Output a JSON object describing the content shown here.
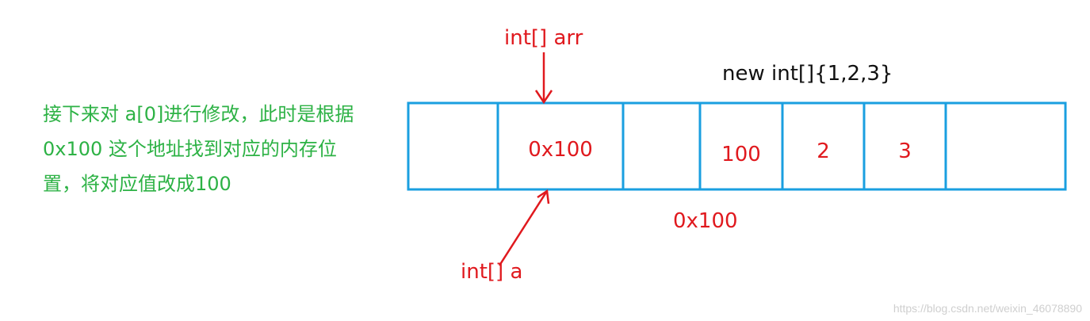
{
  "note_lines": [
    "接下来对 a[0]进行修改，此时是根据",
    "0x100 这个地址找到对应的内存位",
    "置，将对应值改成100"
  ],
  "labels": {
    "arr_ref": "int[] arr",
    "a_ref": "int[] a",
    "array_expr": "new int[]{1,2,3}",
    "heap_address": "0x100"
  },
  "cells": {
    "ref_value": "0x100",
    "values": [
      "100",
      "2",
      "3"
    ]
  },
  "watermark": "https://blog.csdn.net/weixin_46078890",
  "colors": {
    "note": "#2db245",
    "red": "#e0191e",
    "box": "#1a9fe0",
    "text": "#111111"
  }
}
